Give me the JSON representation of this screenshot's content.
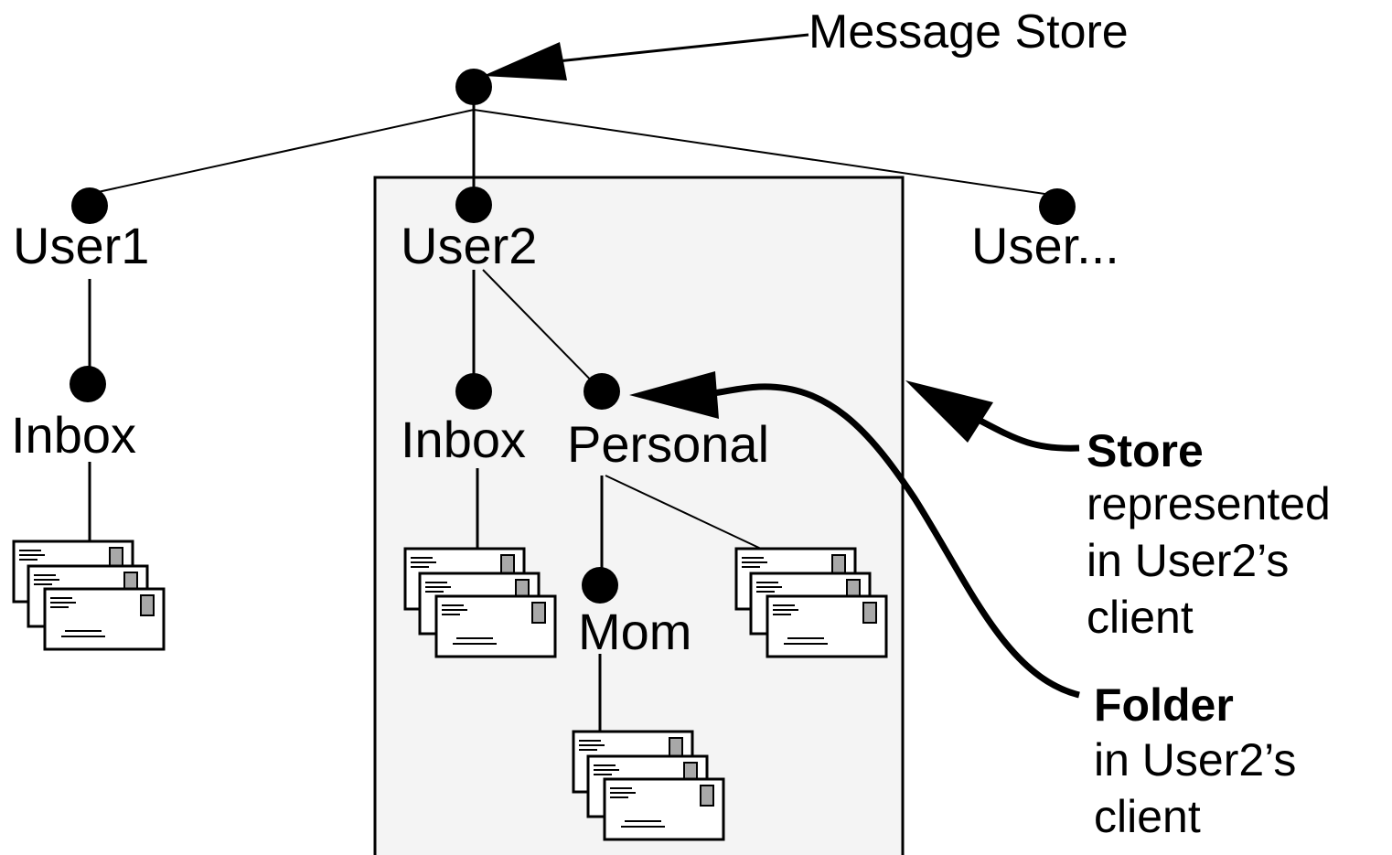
{
  "colors": {
    "ink": "#000000",
    "panel_fill": "#f4f4f4",
    "envelope_fill": "#ffffff",
    "stamp_fill": "#a8a8a8"
  },
  "labels": {
    "message_store": "Message Store",
    "user1": "User1",
    "user2": "User2",
    "user_more": "User...",
    "user1_inbox": "Inbox",
    "user2_inbox": "Inbox",
    "personal": "Personal",
    "mom": "Mom"
  },
  "callouts": {
    "store": {
      "title": "Store",
      "lines": [
        "represented",
        "in User2’s",
        "client"
      ]
    },
    "folder": {
      "title": "Folder",
      "lines": [
        "in User2’s",
        "client"
      ]
    }
  },
  "icons": {
    "message_stack": "envelope-stack-icon",
    "node": "dot-icon"
  }
}
